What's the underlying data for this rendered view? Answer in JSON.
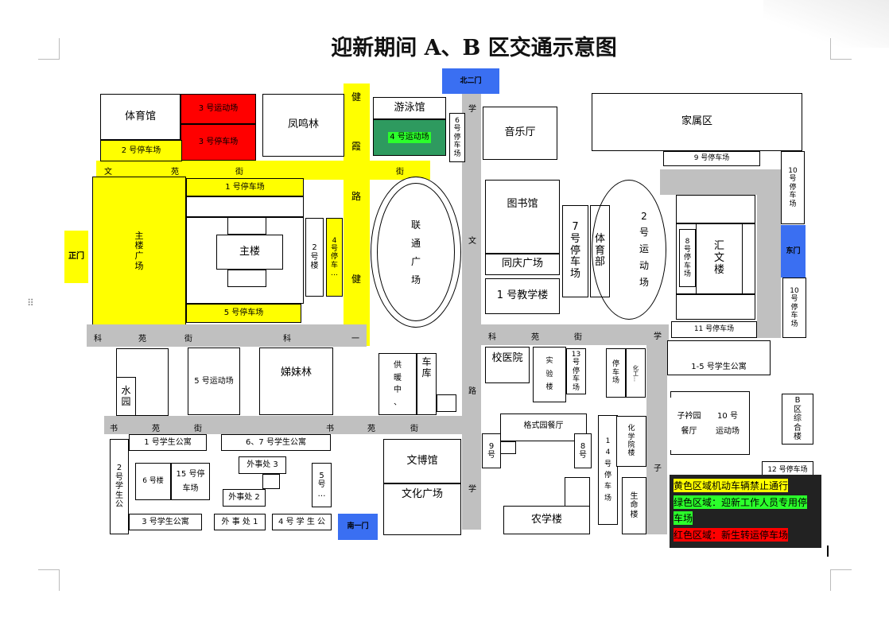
{
  "title": "迎新期间 A、B 区交通示意图",
  "gates": {
    "north2": "北二门",
    "main": "正门",
    "east": "东门",
    "south1": "南一门"
  },
  "roads": {
    "wenyuan": [
      "文",
      "苑",
      "街",
      "街"
    ],
    "keyuan_w": [
      "科",
      "苑",
      "街",
      "科",
      "一"
    ],
    "keyuan_e": [
      "科",
      "苑",
      "街"
    ],
    "shuyuan": [
      "书",
      "苑",
      "街",
      "书",
      "苑",
      "街"
    ],
    "jianxia": [
      "健",
      "霞",
      "路",
      "健"
    ],
    "wenxue": [
      "学",
      "文",
      "路",
      "学"
    ],
    "xuezi": [
      "学",
      "子"
    ]
  },
  "buildings": {
    "tiyuguan": "体育馆",
    "yd3": "3 号运动场",
    "tc3": "3 号停车场",
    "fengminglin": "凤鸣林",
    "youyongguan": "游泳馆",
    "yd4": "4 号运动场",
    "tc6": [
      "6",
      "号",
      "停",
      "车",
      "场"
    ],
    "yinyueting": "音乐厅",
    "jiashuqu": "家属区",
    "tc2": "2 号停车场",
    "tc1": "1 号停车场",
    "tc9": "9 号停车场",
    "tc10a": [
      "10",
      "号",
      "停",
      "车",
      "场"
    ],
    "zhulou_plaza": [
      "主",
      "楼",
      "广",
      "场"
    ],
    "zhulou": "主楼",
    "lou2": [
      "2",
      "号",
      "楼"
    ],
    "tc4": [
      "4",
      "号",
      "停",
      "车",
      "…"
    ],
    "lianton": [
      "联",
      "通",
      "广",
      "场"
    ],
    "tushuguan": "图书馆",
    "tc7": [
      "7",
      "号",
      "停",
      "车",
      "场"
    ],
    "tiyubu": [
      "体",
      "育",
      "部"
    ],
    "yd2": [
      "2",
      "号",
      "运",
      "动",
      "场"
    ],
    "tc8": [
      "8",
      "号",
      "停",
      "车",
      "场"
    ],
    "huiwen": [
      "汇",
      "文",
      "楼"
    ],
    "tc10b": [
      "10",
      "号",
      "停",
      "车",
      "场"
    ],
    "tongqing": "同庆广场",
    "jiaoxue1": "1 号教学楼",
    "tc5": "5 号停车场",
    "tc11": "11 号停车场",
    "xiaoyiyuan": "校医院",
    "shiyan": [
      "实",
      "验",
      "楼"
    ],
    "tc13": [
      "13",
      "号",
      "停",
      "车",
      "场"
    ],
    "tc_a": [
      "停",
      "车",
      "场"
    ],
    "chemistry": "化工…",
    "gongyu15": "1-5 号学生公寓",
    "shuiyuan": [
      "水",
      "园"
    ],
    "yd5": "5 号运动场",
    "dimeilin": "娣妹林",
    "gongnuan": [
      "供",
      "暖",
      "中",
      "、"
    ],
    "cheku": [
      "车",
      "库"
    ],
    "gongyu1": "1 号学生公寓",
    "gongyu67": "6、7 号学生公寓",
    "geshiyuan": "格式园餐厅",
    "lou9": [
      "9",
      "号"
    ],
    "lou8": [
      "8",
      "号"
    ],
    "tc14": [
      "1",
      "4",
      "号",
      "停",
      "车",
      "场"
    ],
    "huaxue": [
      "化",
      "学",
      "院",
      "楼"
    ],
    "ziyuan": [
      "子衿园",
      "餐厅"
    ],
    "yd10": [
      "10 号",
      "运动场"
    ],
    "bqu": [
      "B",
      "区",
      "综",
      "合",
      "楼"
    ],
    "gongyu2": [
      "2",
      "号",
      "学",
      "生",
      "公"
    ],
    "lou6": "6 号楼",
    "tc15": [
      "15 号停",
      "车场"
    ],
    "waishi3": "外事处 3",
    "waishi2": "外事处 2",
    "lou5": [
      "5",
      "号",
      "…"
    ],
    "wenbo": "文博馆",
    "wenhua": "文化广场",
    "nongxue": "农学楼",
    "tc12": "12 号停车场",
    "shengming": [
      "生",
      "命",
      "楼"
    ],
    "gongyu3": "3 号学生公寓",
    "waishi1": "外 事 处 1",
    "gongyu4": "4 号 学 生 公"
  },
  "legend": {
    "yellow": "黄色区域机动车辆禁止通行",
    "green1": "绿色区域：迎新工作人员专用停",
    "green2": "车场",
    "red": "红色区域：新生转运停车场"
  },
  "colors": {
    "yellow": "#ffff00",
    "red": "#ff0000",
    "green": "#2e9a5f",
    "blue_gate": "#3a6ff2",
    "road_gray": "#c0c0c0"
  }
}
